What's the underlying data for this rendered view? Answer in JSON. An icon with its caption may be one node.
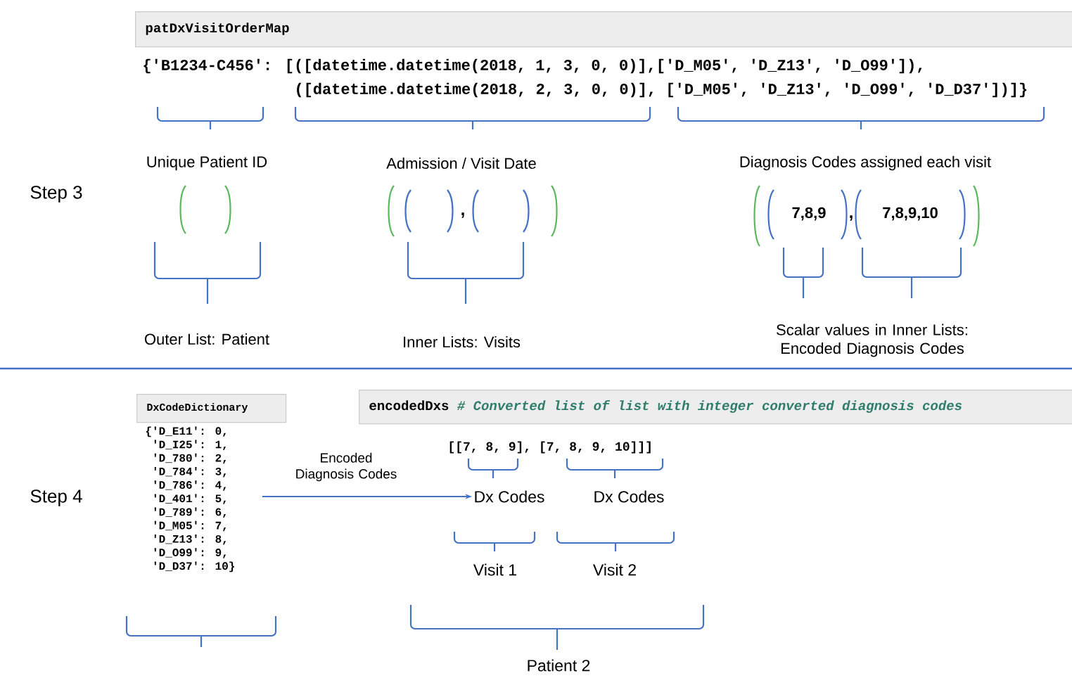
{
  "diagram": {
    "nodes": [
      {
        "text": [
          "patDxVisitOrderMap"
        ]
      },
      {
        "text": [
          "DxCodeDictionary"
        ]
      },
      {
        "text": [
          "encodedDxs",
          "# Converted list of list with integer converted diagnosis codes"
        ]
      },
      {
        "text": [
          "{'D_E11': 0,",
          "'D_I25': 1,",
          "'D_780': 2,",
          "'D_784': 3,",
          "'D_786': 4,",
          "'D_401': 5,",
          "'D_789': 6,",
          "'D_M05': 7,",
          "'D_Z13': 8,",
          "'D_O99': 9,",
          "'D_D37': 10}"
        ]
      },
      {
        "text": [
          "Dx Codes"
        ]
      }
    ],
    "edges": [
      {
        "from": 3,
        "to": 4,
        "arrow": "to",
        "label": "Encoded Diagnosis Codes"
      }
    ],
    "labels": [
      "Step 3",
      "{'B1234-C456': [([datetime.datetime(2018, 1, 3, 0, 0)],['D_M05', 'D_Z13', 'D_O99']),",
      "([datetime.datetime(2018, 2, 3, 0, 0)], ['D_M05', 'D_Z13', 'D_O99', 'D_D37'])]}",
      "Unique Patient ID",
      "Admission / Visit Date",
      "Diagnosis Codes assigned each visit",
      ",",
      "7,8,9",
      ",",
      "7,8,9,10",
      "Outer List: Patient",
      "Inner Lists: Visits",
      "Scalar values in Inner Lists: Encoded Diagnosis Codes",
      "Step 4",
      "[[7, 8, 9], [7, 8, 9, 10]]]",
      "Dx Codes",
      "Visit 1",
      "Visit 2",
      "Patient 2"
    ]
  }
}
